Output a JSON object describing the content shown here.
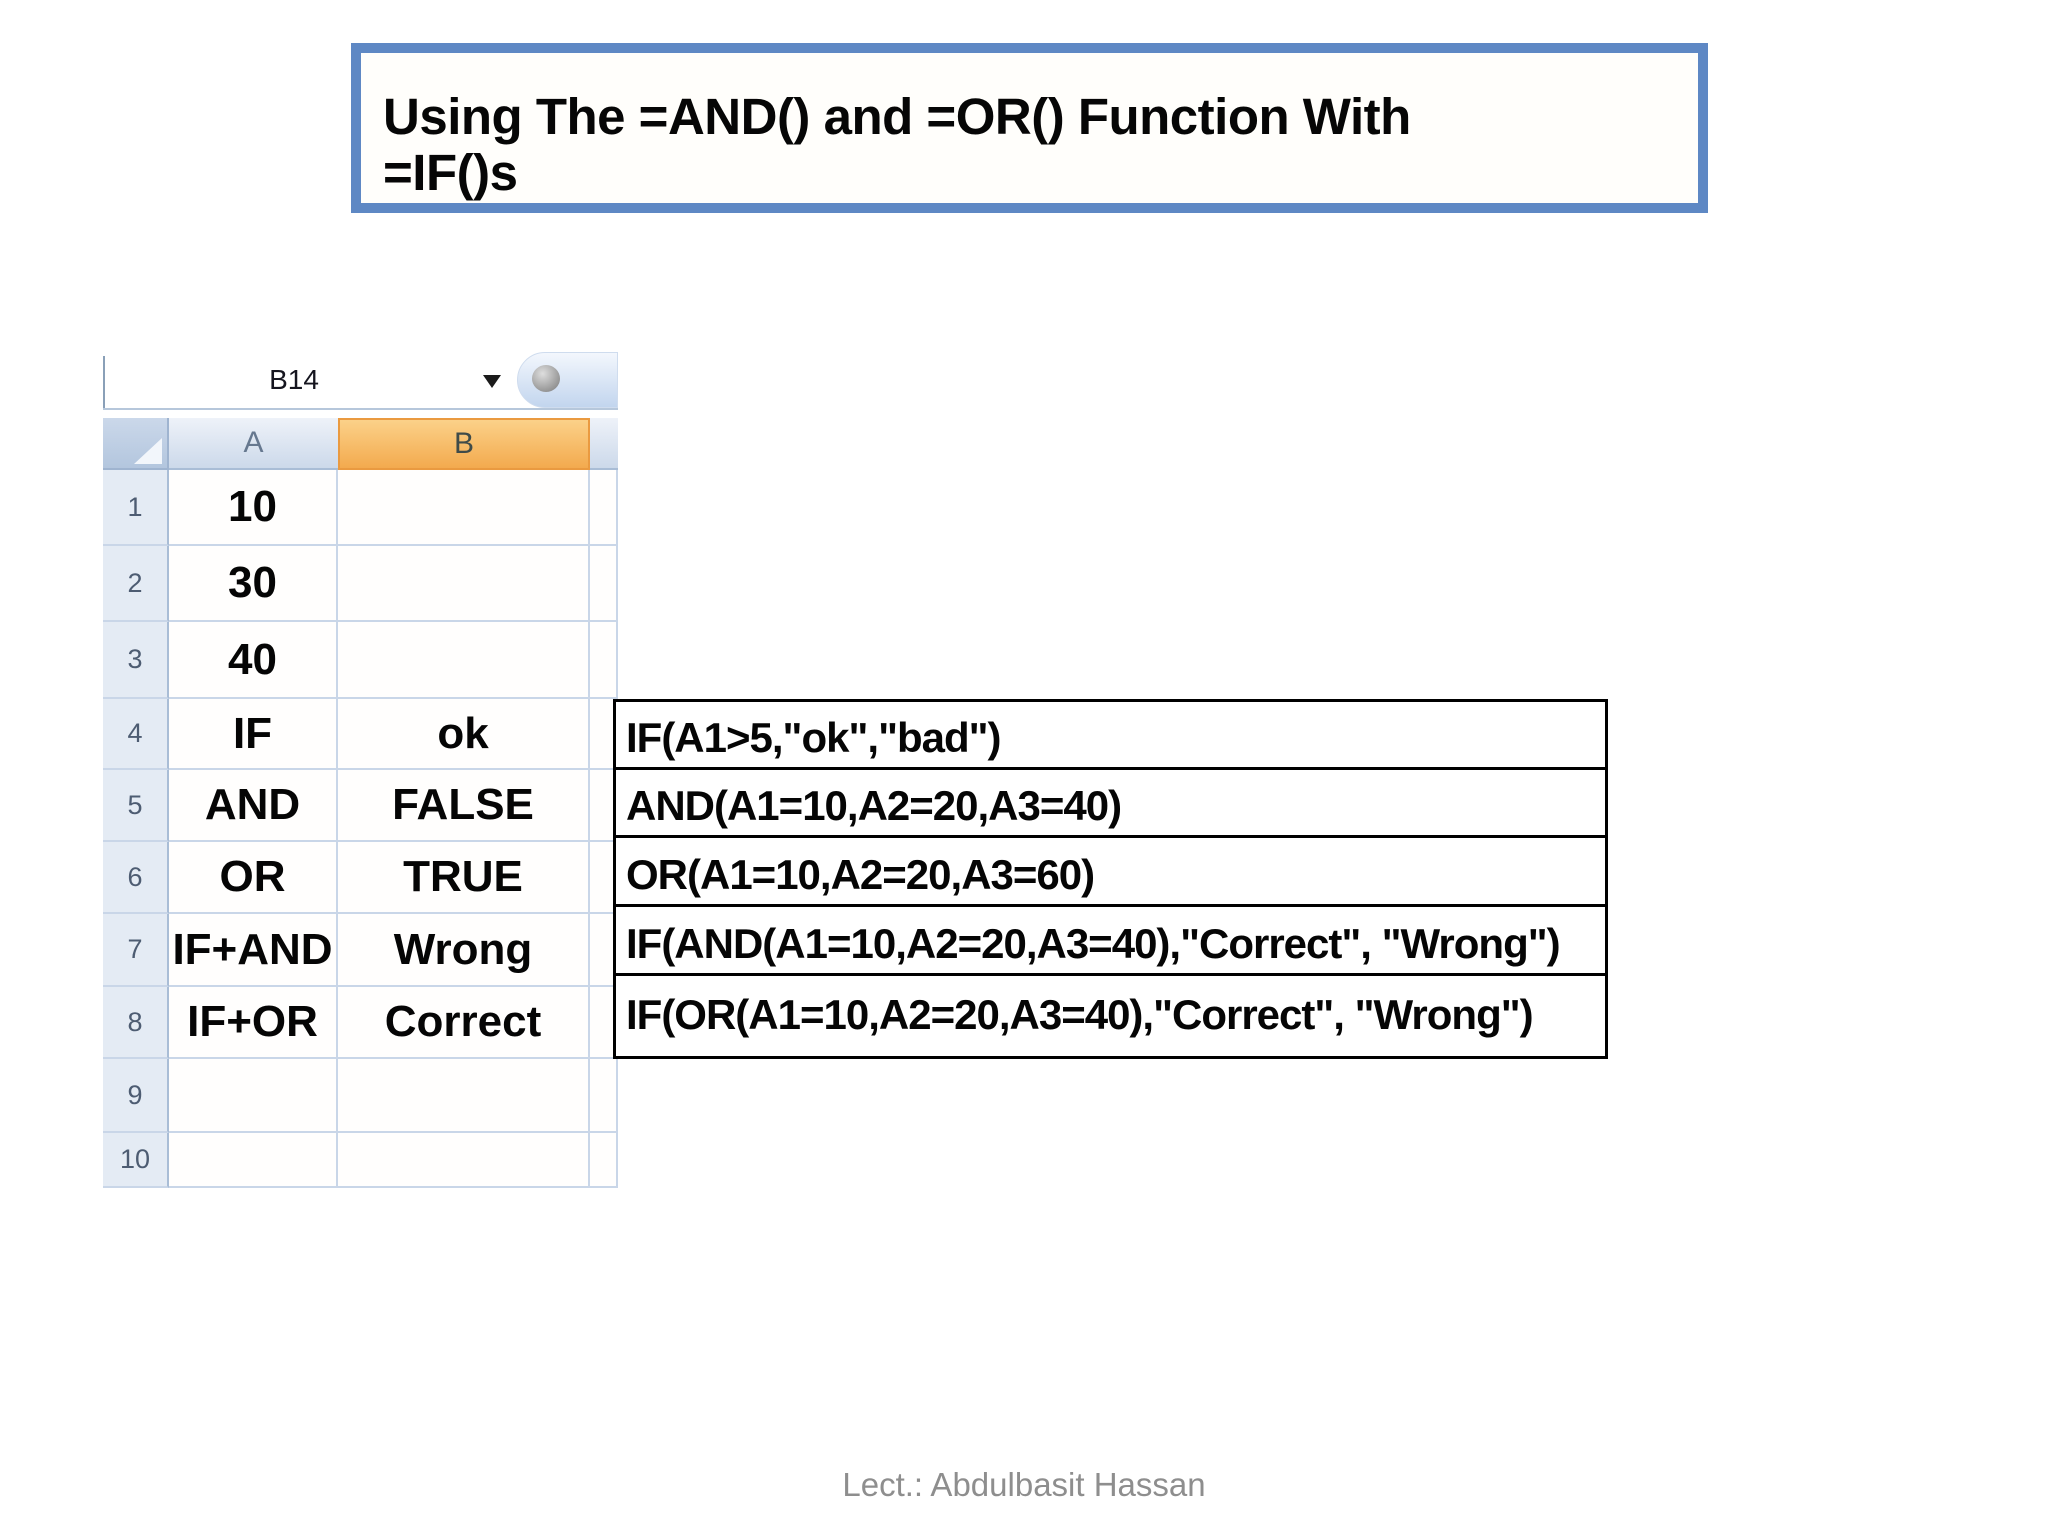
{
  "slide": {
    "title": {
      "line1": "Using The =AND() and =OR() Function With",
      "line2": "=IF()s"
    },
    "footer": "Lect.: Abdulbasit Hassan"
  },
  "spreadsheet": {
    "name_box_value": "B14",
    "column_headers": [
      "A",
      "B"
    ],
    "selected_column": "B",
    "rows": [
      {
        "row": "1",
        "A": "10",
        "B": ""
      },
      {
        "row": "2",
        "A": "30",
        "B": ""
      },
      {
        "row": "3",
        "A": "40",
        "B": ""
      },
      {
        "row": "4",
        "A": "IF",
        "B": "ok"
      },
      {
        "row": "5",
        "A": "AND",
        "B": "FALSE"
      },
      {
        "row": "6",
        "A": "OR",
        "B": "TRUE"
      },
      {
        "row": "7",
        "A": "IF+AND",
        "B": "Wrong"
      },
      {
        "row": "8",
        "A": "IF+OR",
        "B": "Correct"
      },
      {
        "row": "9",
        "A": "",
        "B": ""
      },
      {
        "row": "10",
        "A": "",
        "B": ""
      }
    ]
  },
  "formula_table": {
    "rows": [
      "IF(A1>5,\"ok\",\"bad\")",
      "AND(A1=10,A2=20,A3=40)",
      "OR(A1=10,A2=20,A3=60)",
      "IF(AND(A1=10,A2=20,A3=40),\"Correct\", \"Wrong\")",
      "IF(OR(A1=10,A2=20,A3=40),\"Correct\", \"Wrong\")"
    ]
  },
  "colors": {
    "title_border": "#5e88c4",
    "selected_header_fill_top": "#fbd189",
    "selected_header_fill_bottom": "#f3aa4e",
    "selected_header_border": "#ea9a40",
    "header_fill_top": "#eef2f9",
    "header_fill_bottom": "#ccd9ea",
    "grid_line": "#c9d6e8",
    "formula_table_border": "#000000",
    "footer_text": "#8e8e8e"
  }
}
